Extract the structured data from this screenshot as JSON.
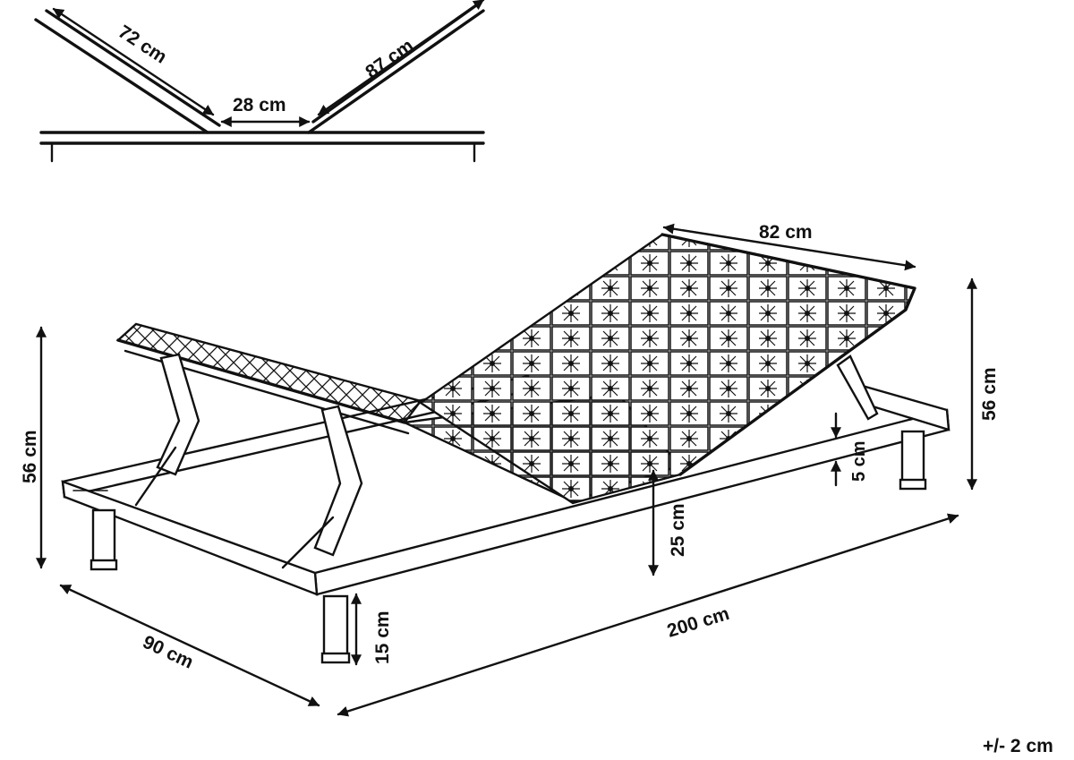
{
  "diagram": {
    "side_profile": {
      "left_segment": "72 cm",
      "center_segment": "28 cm",
      "right_segment": "87 cm"
    },
    "bed": {
      "head_width": "82 cm",
      "total_height_right": "56 cm",
      "total_height_left": "56 cm",
      "deck_gap": "5 cm",
      "frame_height": "25 cm",
      "leg_height": "15 cm",
      "width": "90 cm",
      "length": "200 cm"
    },
    "tolerance": "+/- 2 cm"
  }
}
